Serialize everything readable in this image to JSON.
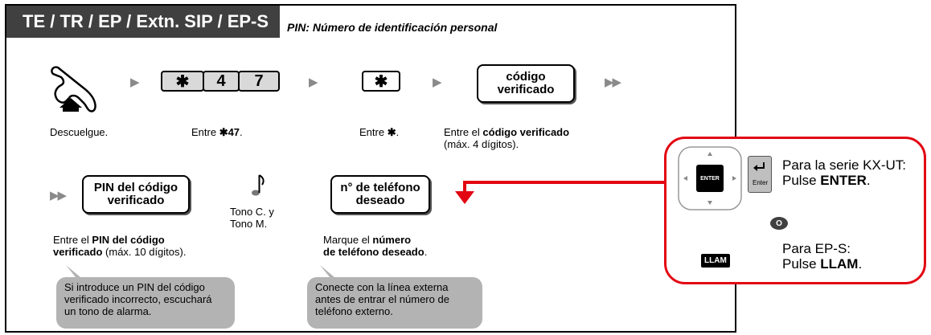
{
  "header": {
    "title": "TE / TR / EP / Extn. SIP / EP-S",
    "pin_note": "PIN: Número de identificación personal"
  },
  "step1": {
    "icon": "handset-offhook-icon",
    "caption": "Descuelgue."
  },
  "step2": {
    "keys": [
      "✱",
      "4",
      "7"
    ],
    "caption_prefix": "Entre ",
    "caption_bold": "✱47",
    "caption_suffix": "."
  },
  "step3": {
    "key": "✱",
    "caption_prefix": "Entre ",
    "caption_bold": "✱",
    "caption_suffix": "."
  },
  "step4": {
    "box_line1": "código",
    "box_line2": "verificado",
    "caption_prefix": "Entre el ",
    "caption_bold": "código verificado",
    "caption_line2": "(máx. 4 dígitos)."
  },
  "step5": {
    "box_line1": "PIN del código",
    "box_line2": "verificado",
    "caption_prefix": "Entre el ",
    "caption_bold1": "PIN del código",
    "caption_bold2": "verificado",
    "caption_suffix": " (máx. 10 dígitos).",
    "bubble": [
      "Si introduce un PIN del código",
      "verificado incorrecto, escuchará",
      "un tono de alarma."
    ]
  },
  "tone": {
    "icon": "music-note-icon",
    "line1": "Tono C. y",
    "line2": "Tono M."
  },
  "step6": {
    "box_line1": "n° de teléfono",
    "box_line2": "deseado",
    "caption_line1_prefix": "Marque el ",
    "caption_line1_bold": "número",
    "caption_line2_bold": "de teléfono deseado",
    "caption_line2_suffix": ".",
    "bubble": [
      "Conecte con la línea externa",
      "antes de entrar el número de",
      "teléfono externo."
    ]
  },
  "side": {
    "enter_btn_label": "ENTER",
    "enter_key_label": "Enter",
    "kxut_line1": "Para la serie KX-UT:",
    "kxut_prefix": "Pulse ",
    "kxut_bold": "ENTER",
    "kxut_suffix": ".",
    "or_label": "O",
    "llam_key_label": "LLAM",
    "eps_line1": "Para EP-S:",
    "eps_prefix": "Pulse ",
    "eps_bold": "LLAM",
    "eps_suffix": "."
  },
  "colors": {
    "accent_red": "#e30613",
    "header_bg": "#404040",
    "bubble_bg": "#b3b3b3",
    "arrow_gray": "#8a8a8a"
  }
}
